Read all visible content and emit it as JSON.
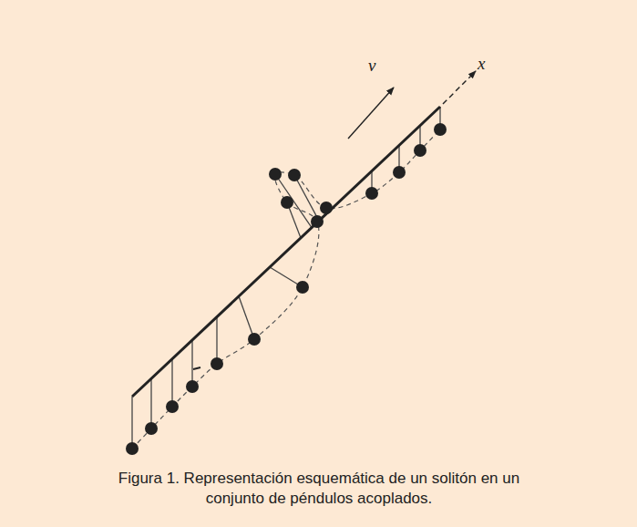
{
  "diagram": {
    "caption": "Figura 1. Representación esquemática de un solitón en un conjunto de péndulos acoplados.",
    "labels": [
      "v",
      "x"
    ]
  }
}
